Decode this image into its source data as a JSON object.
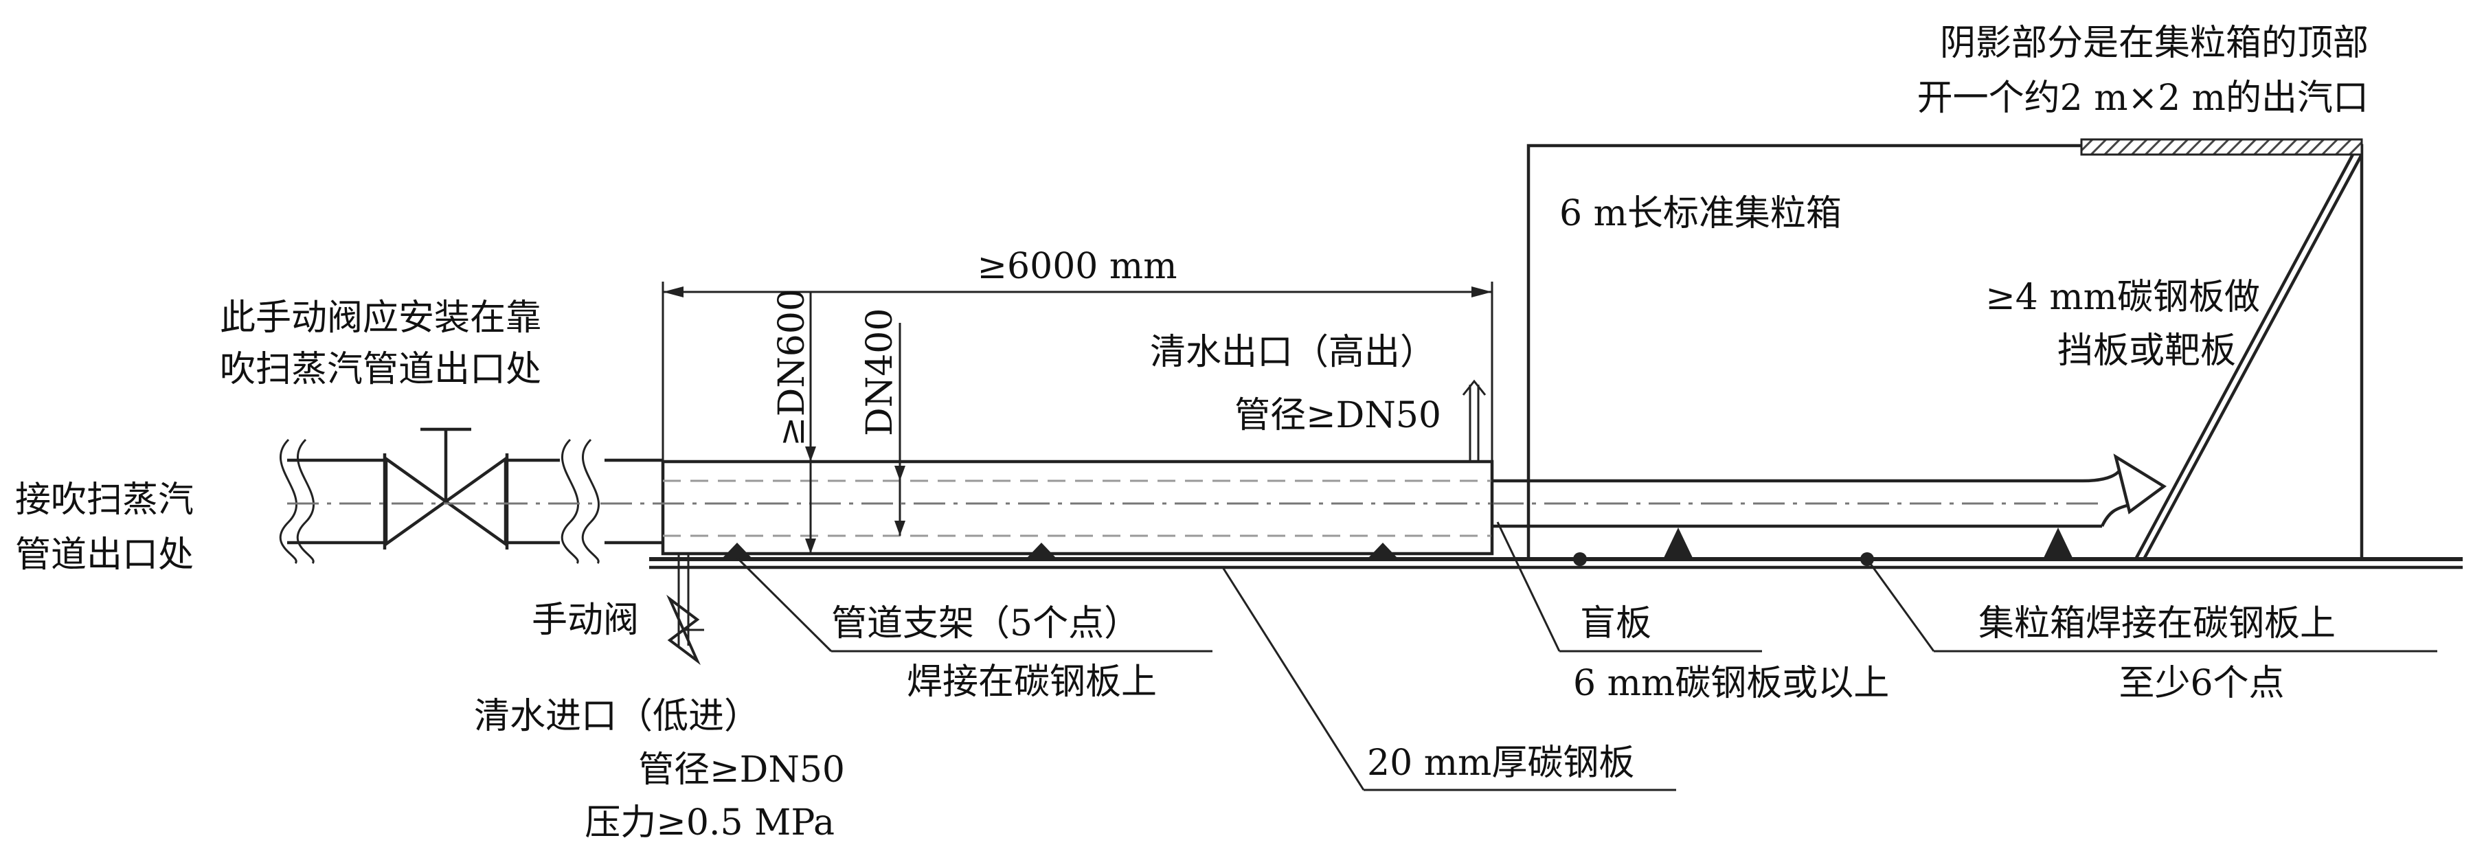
{
  "labels": {
    "top_note_line1": "阴影部分是在集粒箱的顶部",
    "top_note_line2": "开一个约2 m×2 m的出汽口",
    "box_title": "6 m长标准集粒箱",
    "baffle_line1": "≥4 mm碳钢板做",
    "baffle_line2": "挡板或靶板",
    "length_dim": "≥6000 mm",
    "valve_note_line1": "此手动阀应安装在靠",
    "valve_note_line2": "吹扫蒸汽管道出口处",
    "dn600": "≥DN600",
    "dn400": "DN400",
    "water_outlet_line1": "清水出口（高出）",
    "water_outlet_line2": "管径≥DN50",
    "steam_inlet_line1": "接吹扫蒸汽",
    "steam_inlet_line2": "管道出口处",
    "manual_valve": "手动阀",
    "water_inlet_line1": "清水进口（低进）",
    "water_inlet_line2": "管径≥DN50",
    "water_inlet_line3": "压力≥0.5 MPa",
    "support_line1": "管道支架（5个点）",
    "support_line2": "焊接在碳钢板上",
    "blind_plate_line1": "盲板",
    "blind_plate_line2": "6 mm碳钢板或以上",
    "weld_line1": "集粒箱焊接在碳钢板上",
    "weld_line2": "至少6个点",
    "base_plate": "20 mm厚碳钢板"
  },
  "colors": {
    "ink": "#222222",
    "hatch": "#555555",
    "centerline": "#777777"
  }
}
